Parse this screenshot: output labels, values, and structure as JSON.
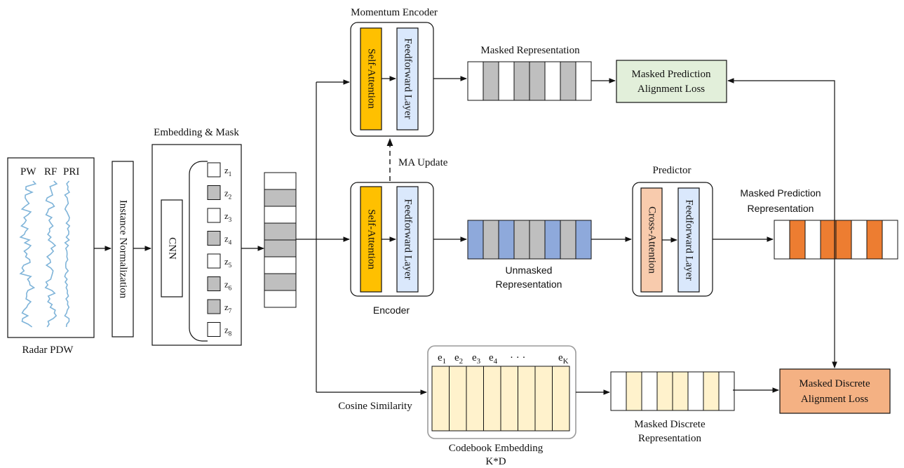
{
  "inputs": {
    "radar_pdw_label": "Radar PDW",
    "signal_labels": [
      "PW",
      "RF",
      "PRI"
    ]
  },
  "instance_norm_label": "Instance Normalization",
  "embedding": {
    "title": "Embedding & Mask",
    "cnn_label": "CNN",
    "tokens": [
      {
        "sub": "1",
        "masked": false
      },
      {
        "sub": "2",
        "masked": true
      },
      {
        "sub": "3",
        "masked": false
      },
      {
        "sub": "4",
        "masked": true
      },
      {
        "sub": "5",
        "masked": false
      },
      {
        "sub": "6",
        "masked": true
      },
      {
        "sub": "7",
        "masked": true
      },
      {
        "sub": "8",
        "masked": false
      }
    ]
  },
  "masked_sequence": [
    false,
    true,
    false,
    true,
    true,
    false,
    true,
    false
  ],
  "momentum_encoder": {
    "title": "Momentum Encoder",
    "attention_label": "Self-Attention",
    "ffn_label": "Feedforward Layer"
  },
  "encoder": {
    "title": "Encoder",
    "attention_label": "Self-Attention",
    "ffn_label": "Feedforward Layer"
  },
  "ma_update_label": "MA Update",
  "masked_representation": {
    "title": "Masked Representation",
    "cells": [
      "white",
      "gray",
      "white",
      "gray",
      "gray",
      "white",
      "gray",
      "white"
    ]
  },
  "unmasked_representation": {
    "title_lines": [
      "Unmasked",
      "Representation"
    ],
    "cells": [
      "blue",
      "gray",
      "blue",
      "gray",
      "gray",
      "blue",
      "gray",
      "blue"
    ]
  },
  "predictor": {
    "title": "Predictor",
    "attention_label": "Cross-Attention",
    "ffn_label": "Feedforward Layer"
  },
  "masked_prediction_representation": {
    "title_lines": [
      "Masked Prediction",
      "Representation"
    ],
    "cells": [
      "white",
      "orange",
      "white",
      "orange",
      "orange",
      "white",
      "orange",
      "white"
    ]
  },
  "alignment_loss": {
    "lines": [
      "Masked Prediction",
      "Alignment Loss"
    ]
  },
  "codebook": {
    "title_lines": [
      "Codebook Embedding",
      "K*D"
    ],
    "entry_labels": [
      {
        "base": "e",
        "sub": "1"
      },
      {
        "base": "e",
        "sub": "2"
      },
      {
        "base": "e",
        "sub": "3"
      },
      {
        "base": "e",
        "sub": "4"
      },
      {
        "base": "e",
        "sub": "K"
      }
    ],
    "ellipsis": "· · ·",
    "column_count": 8
  },
  "cosine_similarity_label": "Cosine Similarity",
  "masked_discrete_representation": {
    "title_lines": [
      "Masked Discrete",
      "Representation"
    ],
    "cells": [
      "white",
      "cream",
      "white",
      "cream",
      "cream",
      "white",
      "cream",
      "white"
    ]
  },
  "discrete_loss": {
    "lines": [
      "Masked Discrete",
      "Alignment Loss"
    ]
  },
  "colors": {
    "self_attention": "#ffc000",
    "ffn": "#dae8fc",
    "cross_attention": "#f8cbad",
    "gray_cell": "#bfbfbf",
    "blue_cell": "#8ea9db",
    "orange_cell": "#ed7d31",
    "cream_cell": "#fff2cc",
    "signal": "#7fb4d9",
    "loss_green": "#e2efda",
    "loss_orange": "#f4b183"
  }
}
